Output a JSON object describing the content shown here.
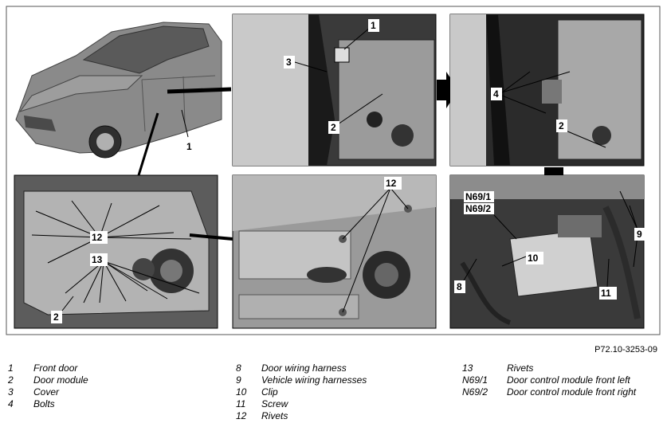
{
  "figure_ref": "P72.10-3253-09",
  "panels": {
    "car": {
      "callouts": [
        "1"
      ]
    },
    "door_top": {
      "callouts": [
        "1",
        "3",
        "2"
      ]
    },
    "door_right": {
      "callouts": [
        "4",
        "2"
      ]
    },
    "door_inner": {
      "callouts": [
        "12",
        "13",
        "2"
      ]
    },
    "detail_rivets": {
      "callouts": [
        "12"
      ]
    },
    "module": {
      "callouts": [
        "N69/1",
        "N69/2",
        "10",
        "8",
        "11",
        "9"
      ]
    }
  },
  "legend": [
    {
      "num": "1",
      "text": "Front door"
    },
    {
      "num": "2",
      "text": "Door module"
    },
    {
      "num": "3",
      "text": "Cover"
    },
    {
      "num": "4",
      "text": "Bolts"
    },
    {
      "num": "8",
      "text": "Door wiring harness"
    },
    {
      "num": "9",
      "text": "Vehicle wiring harnesses"
    },
    {
      "num": "10",
      "text": "Clip"
    },
    {
      "num": "11",
      "text": "Screw"
    },
    {
      "num": "12",
      "text": "Rivets"
    },
    {
      "num": "13",
      "text": "Rivets"
    },
    {
      "num": "N69/1",
      "text": "Door control module front left"
    },
    {
      "num": "N69/2",
      "text": "Door control module front right"
    }
  ]
}
